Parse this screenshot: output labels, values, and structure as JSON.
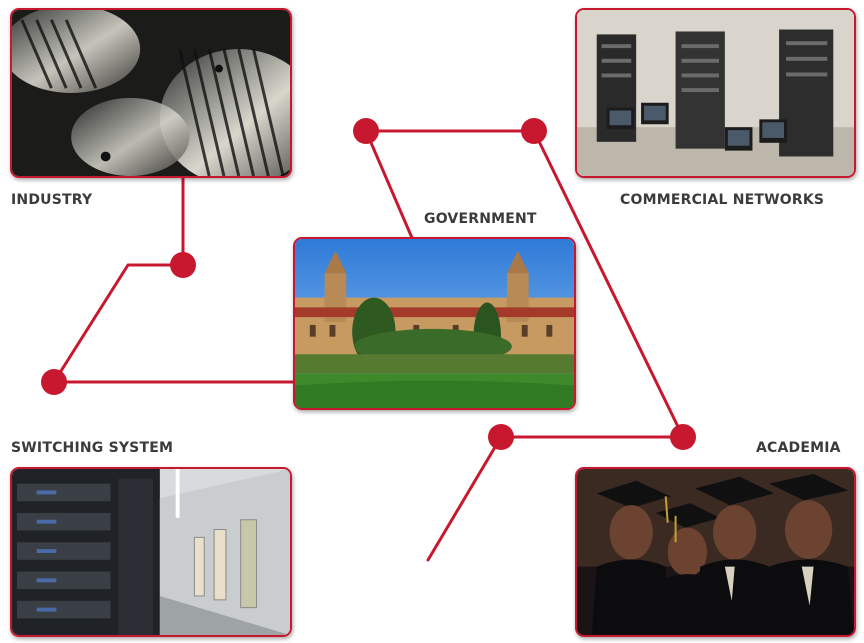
{
  "nodes": {
    "industry": {
      "label": "INDUSTRY",
      "image": "gears-photo"
    },
    "commercial_networks": {
      "label": "COMMERCIAL NETWORKS",
      "image": "server-room-photo"
    },
    "government": {
      "label": "GOVERNMENT",
      "image": "government-building-photo"
    },
    "switching_system": {
      "label": "SWITCHING SYSTEM",
      "image": "switching-room-photo"
    },
    "academia": {
      "label": "ACADEMIA",
      "image": "graduates-photo"
    }
  },
  "colors": {
    "accent": "#c8182f",
    "label_text": "#3b3b3b",
    "background": "#ffffff"
  }
}
